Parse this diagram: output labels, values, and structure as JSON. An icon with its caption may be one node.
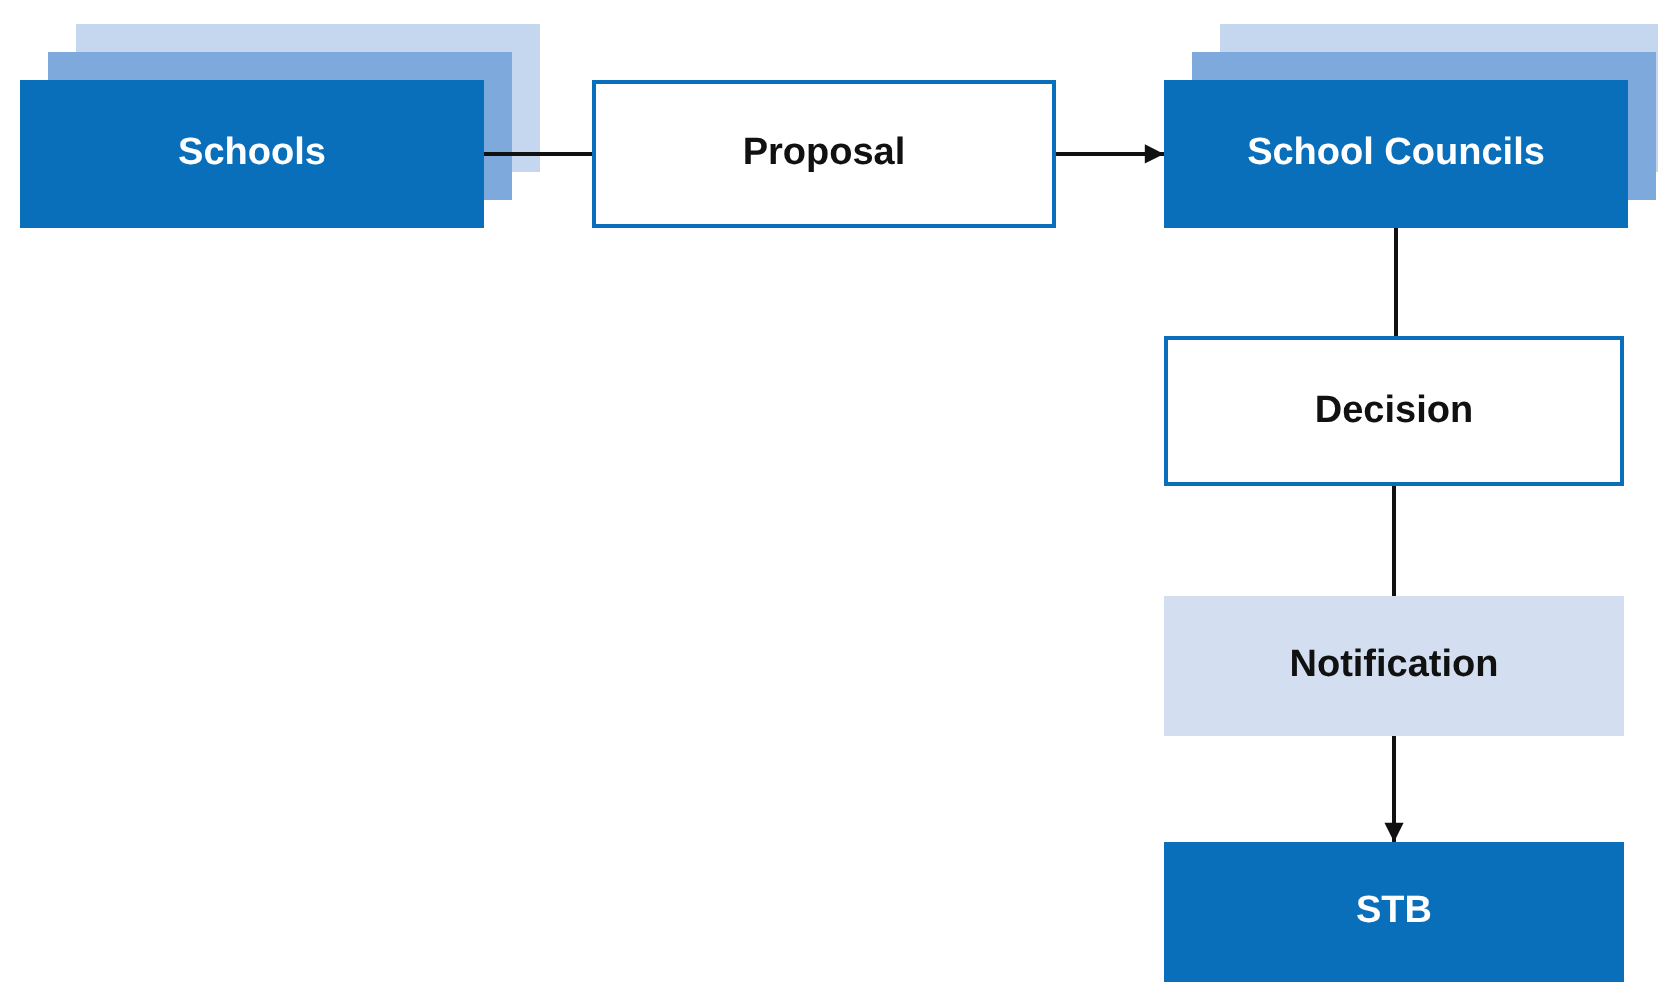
{
  "diagram": {
    "nodes": [
      {
        "text": [
          "Schools"
        ]
      },
      {
        "text": [
          "Proposal"
        ]
      },
      {
        "text": [
          "School Councils"
        ]
      },
      {
        "text": [
          "Decision"
        ]
      },
      {
        "text": [
          "Notification"
        ]
      },
      {
        "text": [
          "STB"
        ]
      }
    ],
    "edges": [
      {
        "from": 0,
        "to": 1,
        "arrow": "none"
      },
      {
        "from": 1,
        "to": 2,
        "arrow": "to"
      },
      {
        "from": 2,
        "to": 3,
        "arrow": "none"
      },
      {
        "from": 3,
        "to": 4,
        "arrow": "none"
      },
      {
        "from": 4,
        "to": 5,
        "arrow": "to"
      }
    ]
  }
}
